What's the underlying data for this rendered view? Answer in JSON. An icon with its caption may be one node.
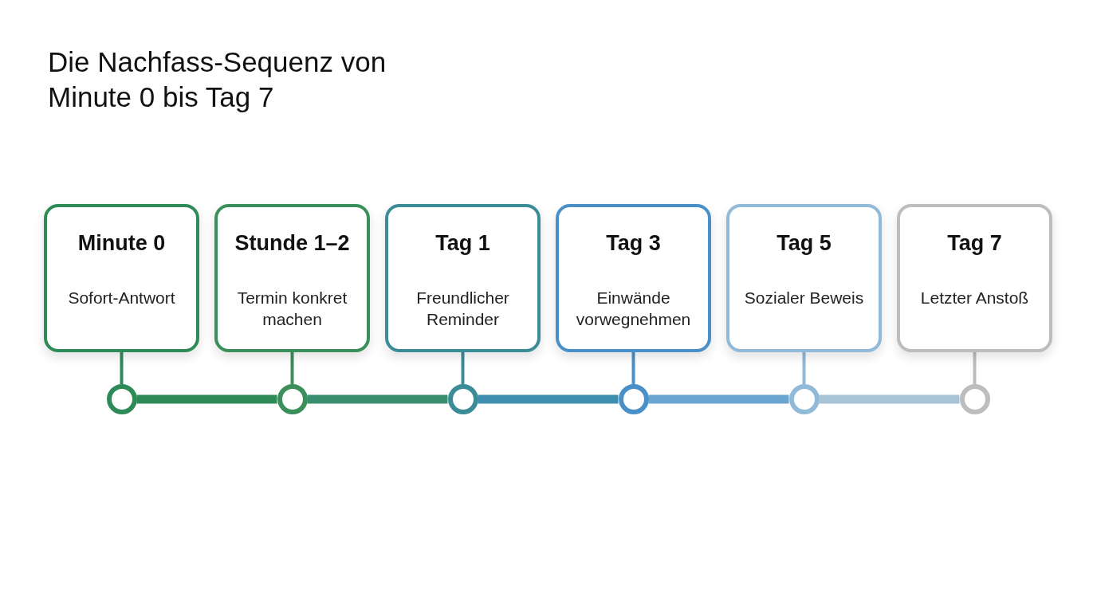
{
  "diagram": {
    "title": "Die Nachfass-Sequenz von Minute 0 bis Tag 7",
    "nodes": [
      {
        "text": [
          "Minute 0",
          "Sofort-Antwort"
        ]
      },
      {
        "text": [
          "Stunde 1–2",
          "Termin konkret machen"
        ]
      },
      {
        "text": [
          "Tag 1",
          "Freundlicher Reminder"
        ]
      },
      {
        "text": [
          "Tag 3",
          "Einwände vorwegnehmen"
        ]
      },
      {
        "text": [
          "Tag 5",
          "Sozialer Beweis"
        ]
      },
      {
        "text": [
          "Tag 7",
          "Letzter Anstoß"
        ]
      },
      {
        "text": [],
        "shape": "circle"
      },
      {
        "text": [],
        "shape": "circle"
      },
      {
        "text": [],
        "shape": "circle"
      },
      {
        "text": [],
        "shape": "circle"
      },
      {
        "text": [],
        "shape": "circle"
      },
      {
        "text": [],
        "shape": "circle"
      }
    ],
    "edges": [
      {
        "from": 0,
        "to": 6,
        "arrow": "none",
        "color": "#2e8b57"
      },
      {
        "from": 1,
        "to": 7,
        "arrow": "none",
        "color": "#3a8f5a"
      },
      {
        "from": 2,
        "to": 8,
        "arrow": "none",
        "color": "#3b8c96"
      },
      {
        "from": 3,
        "to": 9,
        "arrow": "none",
        "color": "#4a90c8"
      },
      {
        "from": 4,
        "to": 10,
        "arrow": "none",
        "color": "#90bad8"
      },
      {
        "from": 5,
        "to": 11,
        "arrow": "none",
        "color": "#bdbdbd"
      },
      {
        "from": 6,
        "to": 7,
        "arrow": "none",
        "style": "thick",
        "color": "#2e8b57"
      },
      {
        "from": 7,
        "to": 8,
        "arrow": "none",
        "style": "thick",
        "color": "#3a8f70"
      },
      {
        "from": 8,
        "to": 9,
        "arrow": "none",
        "style": "thick",
        "color": "#3f8eb0"
      },
      {
        "from": 9,
        "to": 10,
        "arrow": "none",
        "style": "thick",
        "color": "#6aa6d0"
      },
      {
        "from": 10,
        "to": 11,
        "arrow": "none",
        "style": "thick",
        "color": "#a9c3d6"
      }
    ]
  }
}
